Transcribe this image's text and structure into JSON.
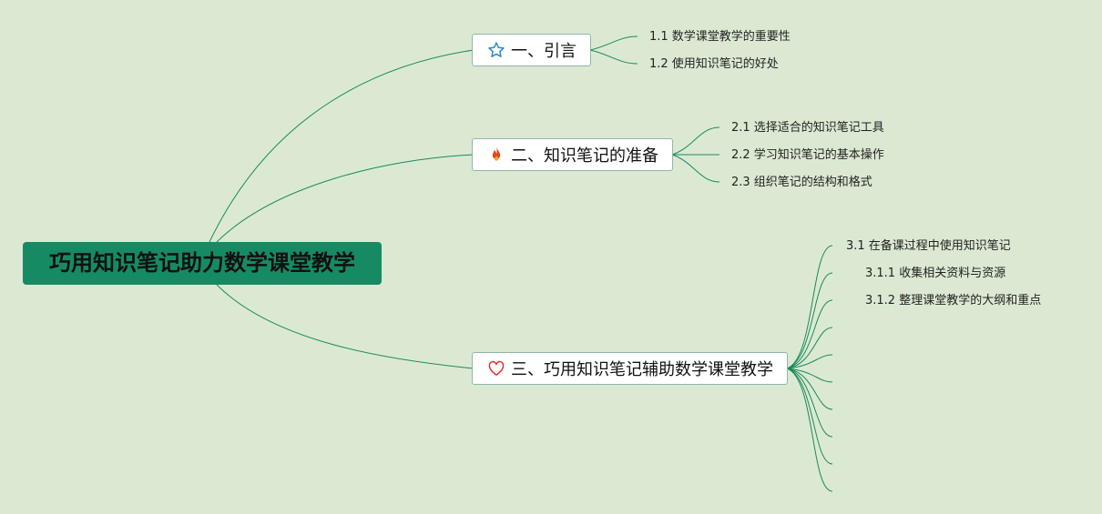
{
  "root": {
    "label": "巧用知识笔记助力数学课堂教学"
  },
  "branches": [
    {
      "label": "一、引言",
      "icon": "star-icon",
      "icon_color": "#2b8ad6",
      "children": [
        "1.1 数学课堂教学的重要性",
        "1.2 使用知识笔记的好处"
      ]
    },
    {
      "label": "二、知识笔记的准备",
      "icon": "fire-icon",
      "icon_color": "#e2471b",
      "children": [
        "2.1 选择适合的知识笔记工具",
        "2.2 学习知识笔记的基本操作",
        "2.3 组织笔记的结构和格式"
      ]
    },
    {
      "label": "三、巧用知识笔记辅助数学课堂教学",
      "icon": "heart-icon",
      "icon_color": "#d9342b",
      "children": [
        "3.1 在备课过程中使用知识笔记",
        "3.1.1 收集相关资料与资源",
        "3.1.2 整理课堂教学的大纲和重点"
      ]
    }
  ],
  "colors": {
    "background": "#dbe9d3",
    "root_fill": "#168b63",
    "line": "#1a8a5c"
  }
}
